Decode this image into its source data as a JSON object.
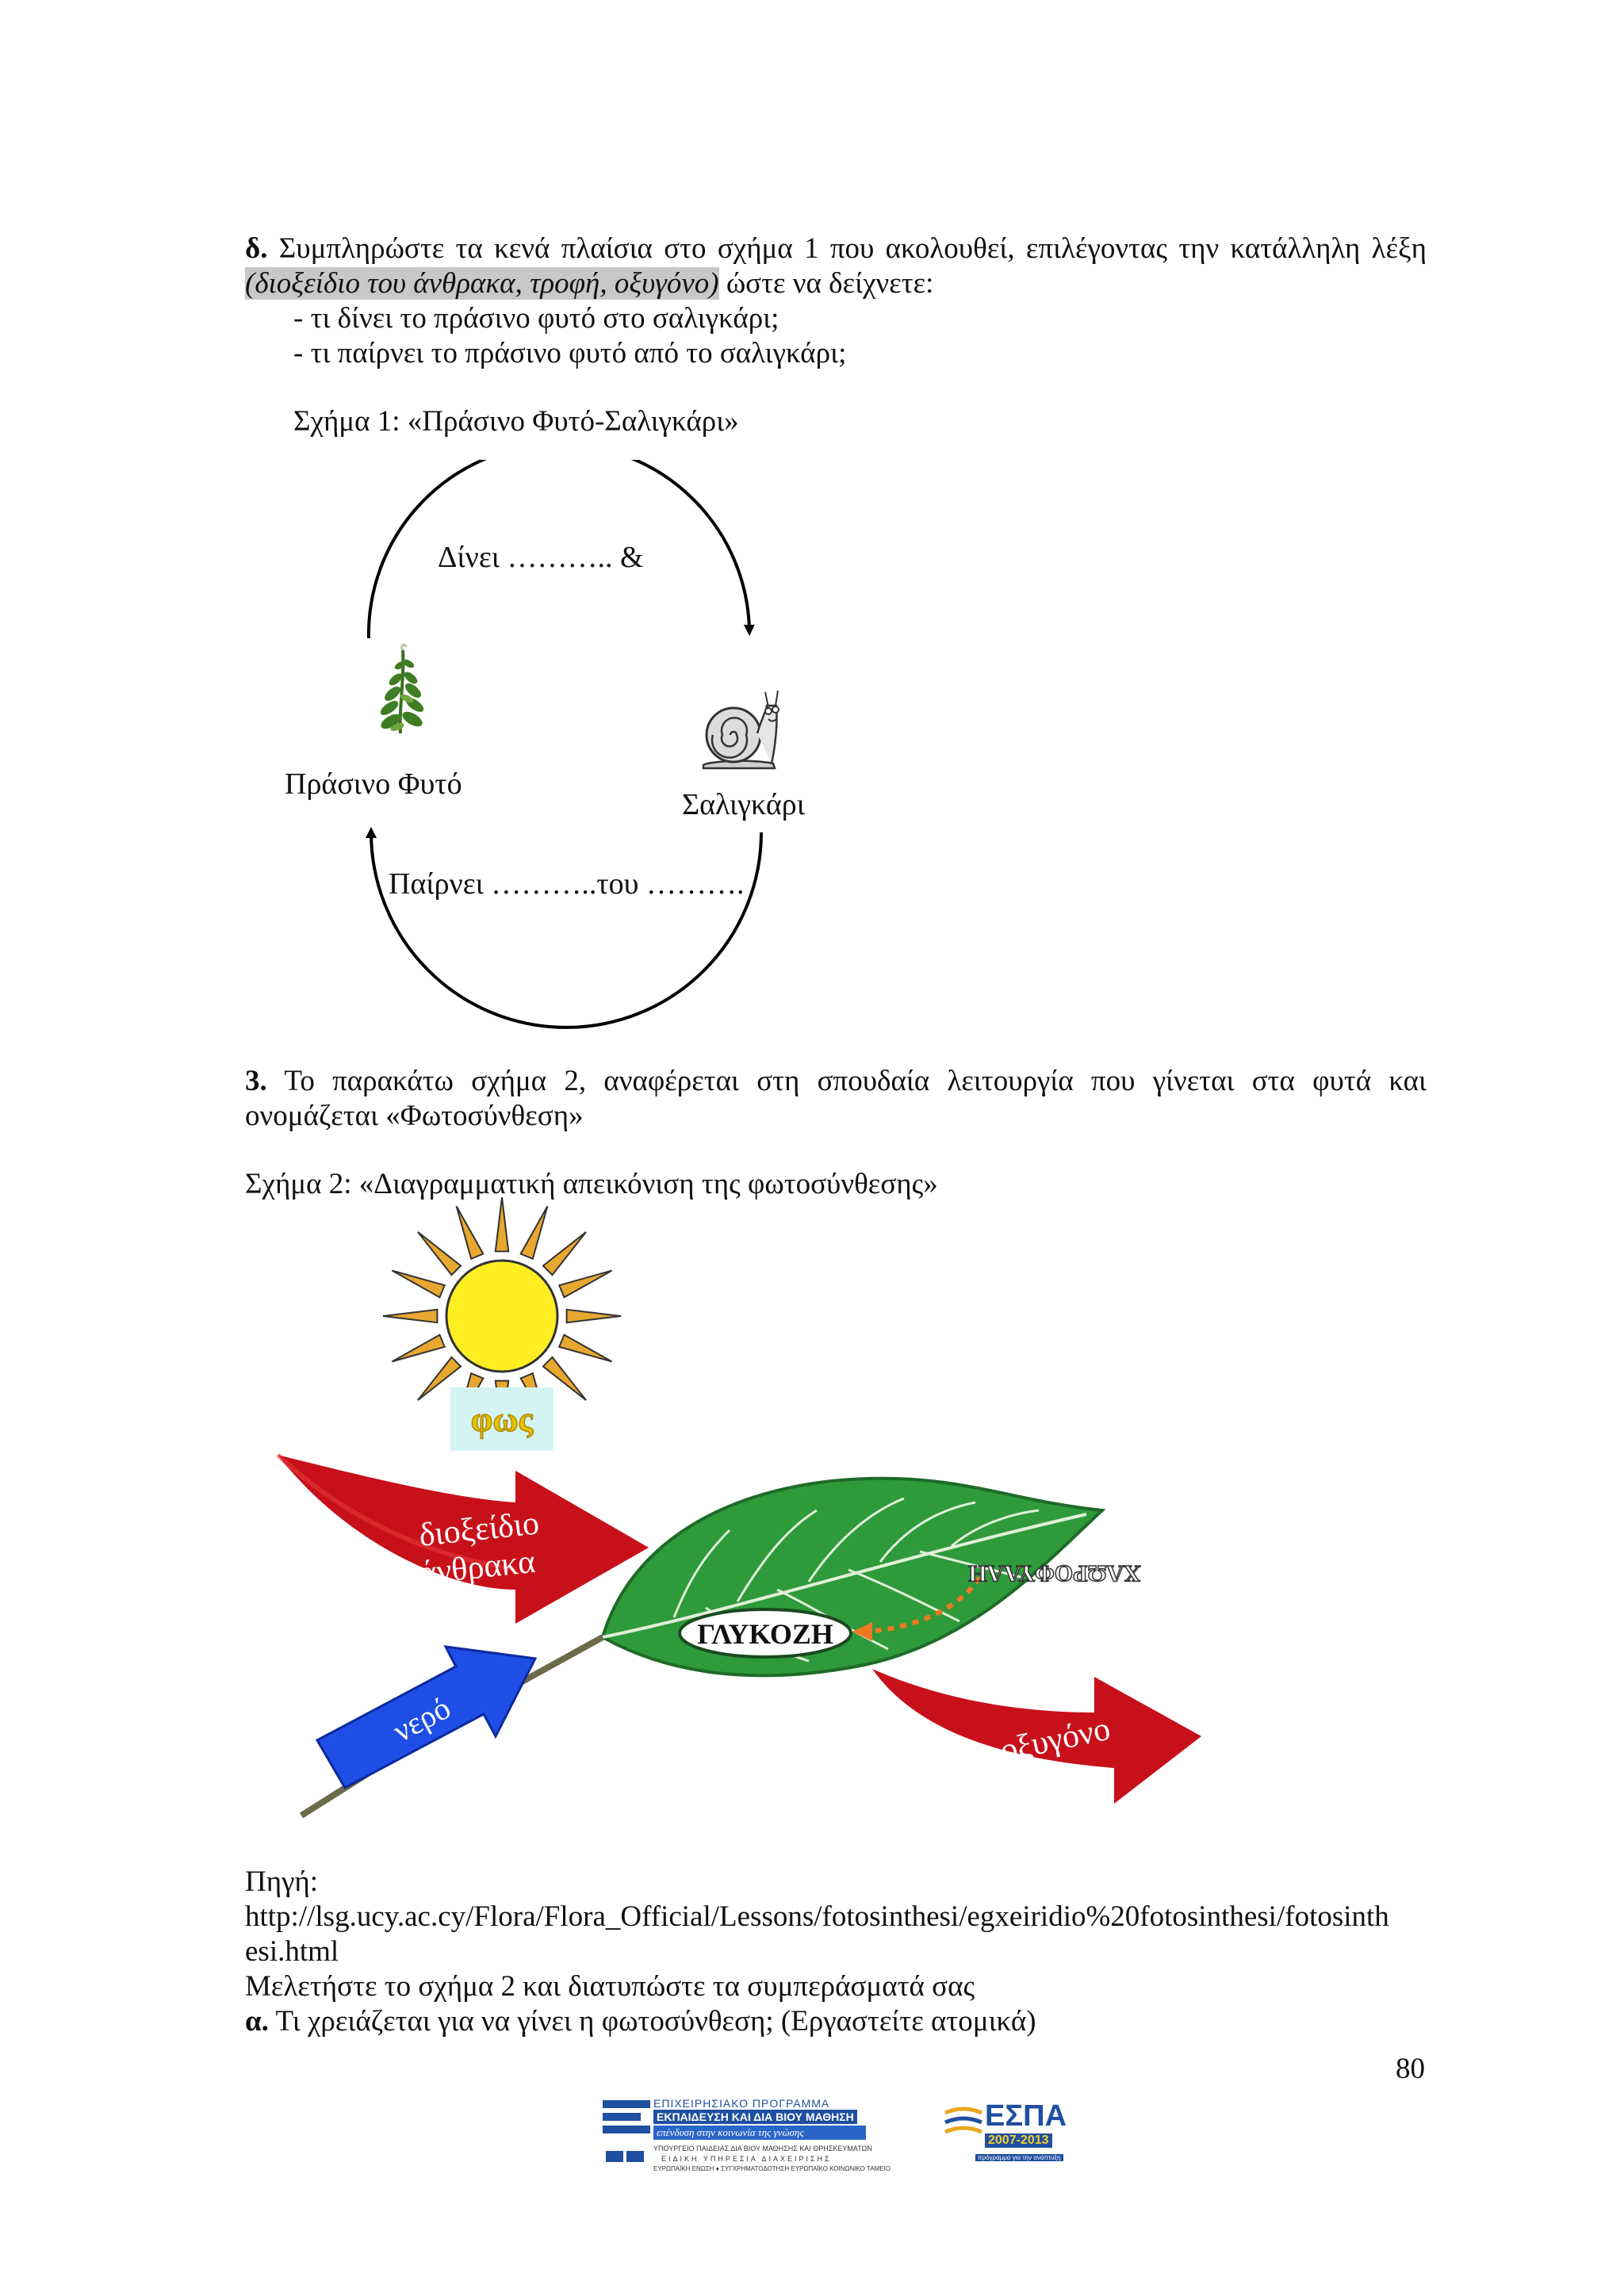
{
  "question_d": {
    "marker": "δ.",
    "line1_rest": "Συμπληρώστε τα κενά πλαίσια στο σχήμα 1 που ακολουθεί, επιλέγοντας την κατάλληλη λέξη",
    "options": "(διοξείδιο του άνθρακα, τροφή, οξυγόνο)",
    "line2_rest": "ώστε να δείχνετε:",
    "bullet1": "- τι δίνει το πράσινο φυτό στο σαλιγκάρι;",
    "bullet2": "- τι παίρνει το πράσινο φυτό από το σαλιγκάρι;"
  },
  "figure1": {
    "caption": "Σχήμα 1: «Πράσινο Φυτό-Σαλιγκάρι»",
    "gives_label": "Δίνει ……….. &",
    "plant_label": "Πράσινο Φυτό",
    "snail_label": "Σαλιγκάρι",
    "takes_label": "Παίρνει ………..του ………."
  },
  "question3": {
    "marker": "3.",
    "line1_rest": "Το παρακάτω σχήμα 2, αναφέρεται στη σπουδαία λειτουργία που γίνεται στα φυτά και",
    "line2": "ονομάζεται «Φωτοσύνθεση»"
  },
  "figure2": {
    "caption": "Σχήμα 2: «Διαγραμματική απεικόνιση της φωτοσύνθεσης»",
    "light": "φως",
    "co2_line1": "διοξείδιο",
    "co2_line2": "άνθρακα",
    "chlorophyll": "ΧΛΩΡΟΦΥΛΛΗ",
    "glucose": "ΓΛΥΚΟΖΗ",
    "water": "νερό",
    "oxygen": "οξυγόνο"
  },
  "source": {
    "label": "Πηγή:",
    "url_line1": "http://lsg.ucy.ac.cy/Flora/Flora_Official/Lessons/fotosinthesi/egxeiridio%20fotosinthesi/fotosinth",
    "url_line2": "esi.html"
  },
  "study_instruction": "Μελετήστε το σχήμα 2 και διατυπώστε τα συμπεράσματά σας",
  "question_a": {
    "marker": "α.",
    "text": "Τι χρειάζεται για να γίνει η φωτοσύνθεση; (Εργαστείτε ατομικά)"
  },
  "page_number": "80",
  "footer": {
    "program_line1": "ΕΠΙΧΕΙΡΗΣΙΑΚΟ ΠΡΟΓΡΑΜΜΑ",
    "program_line2": "ΕΚΠΑΙΔΕΥΣΗ ΚΑΙ ΔΙΑ ΒΙΟΥ ΜΑΘΗΣΗ",
    "program_line3": "επένδυση στην κοινωνία της γνώσης",
    "ministry": "ΥΠΟΥΡΓΕΙΟ ΠΑΙΔΕΙΑΣ ΔΙΑ ΒΙΟΥ ΜΑΘΗΣΗΣ ΚΑΙ ΘΡΗΣΚΕΥΜΑΤΩΝ",
    "agency": "ΕΙΔΙΚΗ ΥΠΗΡΕΣΙΑ ΔΙΑΧΕΙΡΙΣΗΣ",
    "eu": "ΕΥΡΩΠΑΪΚΗ ΕΝΩΣΗ ♦ ΣΥΓΧΡΗΜΑΤΟΔΟΤΗΣΗ ΕΥΡΩΠΑΪΚΟ ΚΟΙΝΩΝΙΚΟ ΤΑΜΕΙΟ",
    "espa": "ΕΣΠΑ",
    "espa_years": "2007-2013",
    "espa_tagline": "πρόγραμμα για την ανάπτυξη"
  },
  "colors": {
    "sun": "#ffee22",
    "ray": "#e8a830",
    "leaf": "#2e9a3a",
    "red_arrow": "#c8101a",
    "blue_arrow": "#1f4ee6",
    "light_box": "#d4f4f4",
    "chlorophyll_dots": "#f07820",
    "footer_blue": "#1f4fa0"
  }
}
